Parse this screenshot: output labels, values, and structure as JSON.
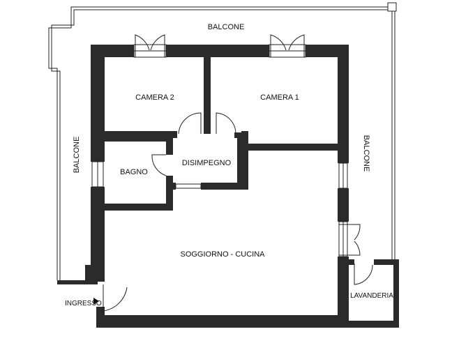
{
  "rooms": {
    "balcone_top": "BALCONE",
    "balcone_left": "BALCONE",
    "balcone_right": "BALCONE",
    "camera_2": "CAMERA 2",
    "camera_1": "CAMERA 1",
    "bagno": "BAGNO",
    "disimpegno": "DISIMPEGNO",
    "soggiorno_cucina": "SOGGIORNO - CUCINA",
    "ingresso": "INGRESSO",
    "lavanderia": "LAVANDERIA"
  },
  "colors": {
    "wall": "#2b2b2b",
    "line": "#222222",
    "background": "#ffffff"
  }
}
